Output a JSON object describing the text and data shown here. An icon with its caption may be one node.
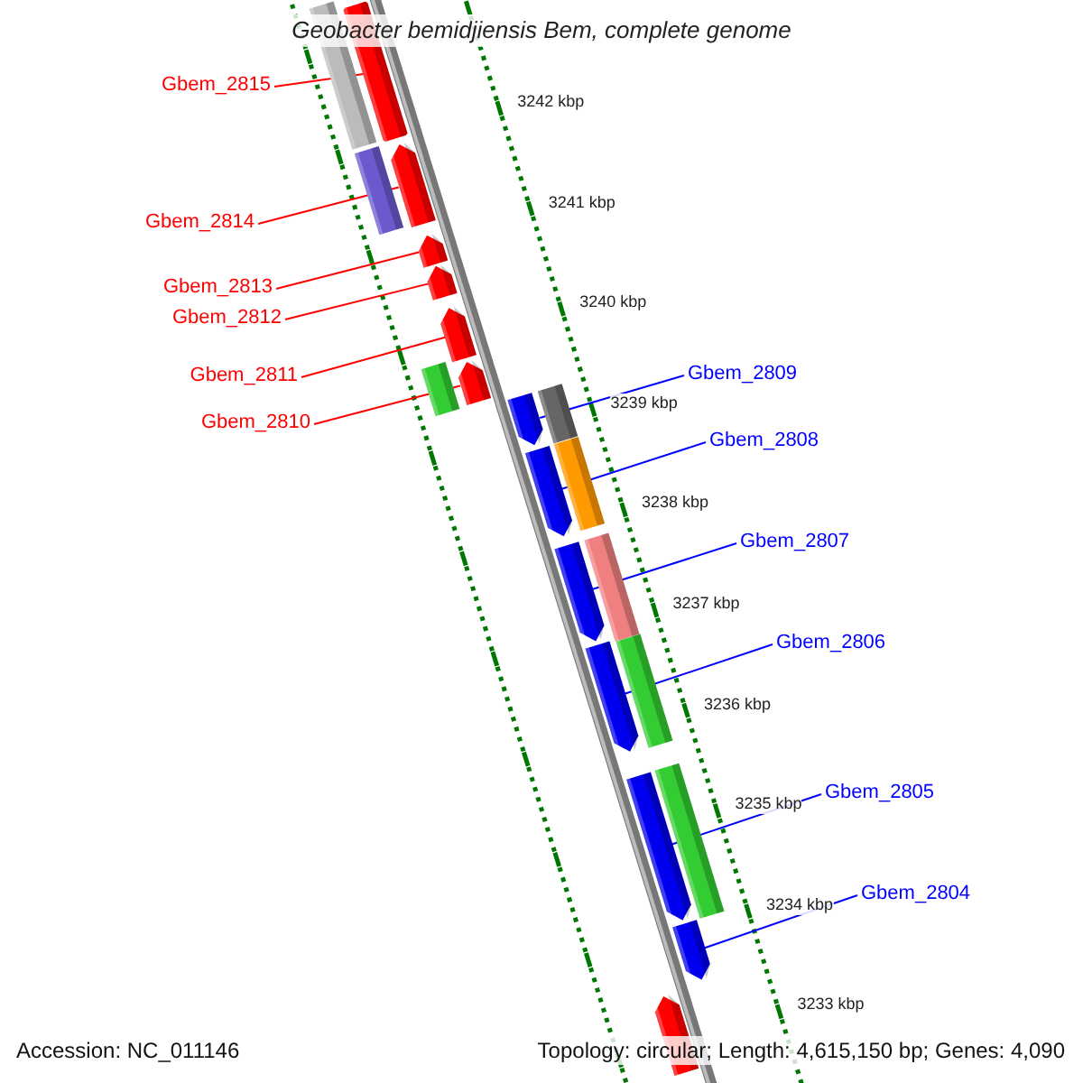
{
  "diagram": {
    "title": "Geobacter bemidjiensis Bem, complete genome",
    "nodes": [
      {
        "text": [
          "Gbem_2815"
        ]
      },
      {
        "text": [
          "Gbem_2814"
        ]
      },
      {
        "text": [
          "Gbem_2813"
        ]
      },
      {
        "text": [
          "Gbem_2812"
        ]
      },
      {
        "text": [
          "Gbem_2811"
        ]
      },
      {
        "text": [
          "Gbem_2810"
        ]
      },
      {
        "text": [
          "Gbem_2809"
        ]
      },
      {
        "text": [
          "Gbem_2808"
        ]
      },
      {
        "text": [
          "Gbem_2807"
        ]
      },
      {
        "text": [
          "Gbem_2806"
        ]
      },
      {
        "text": [
          "Gbem_2805"
        ]
      },
      {
        "text": [
          "Gbem_2804"
        ]
      },
      {
        "text": [],
        "shape": "bar"
      },
      {
        "text": [],
        "shape": "box"
      },
      {
        "text": [],
        "shape": "bar"
      },
      {
        "text": [],
        "shape": "box"
      },
      {
        "text": [],
        "shape": "bar"
      },
      {
        "text": [],
        "shape": "bar"
      },
      {
        "text": [],
        "shape": "bar"
      },
      {
        "text": [],
        "shape": "bar"
      },
      {
        "text": [],
        "shape": "box"
      },
      {
        "text": [],
        "shape": "box"
      },
      {
        "text": [],
        "shape": "bar"
      },
      {
        "text": [],
        "shape": "box"
      },
      {
        "text": [],
        "shape": "bar"
      },
      {
        "text": [],
        "shape": "box"
      },
      {
        "text": [],
        "shape": "bar"
      },
      {
        "text": [],
        "shape": "box"
      },
      {
        "text": [],
        "shape": "bar"
      },
      {
        "text": [],
        "shape": "box"
      },
      {
        "text": [],
        "shape": "bar"
      },
      {
        "text": [],
        "shape": "bar"
      },
      {
        "text": [],
        "shape": "bar"
      }
    ],
    "edges": [
      {
        "from": 0,
        "to": 12,
        "arrow": "none",
        "color": "#ff0000"
      },
      {
        "from": 1,
        "to": 14,
        "arrow": "none",
        "color": "#ff0000"
      },
      {
        "from": 2,
        "to": 16,
        "arrow": "none",
        "color": "#ff0000"
      },
      {
        "from": 3,
        "to": 17,
        "arrow": "none",
        "color": "#ff0000"
      },
      {
        "from": 4,
        "to": 18,
        "arrow": "none",
        "color": "#ff0000"
      },
      {
        "from": 5,
        "to": 19,
        "arrow": "none",
        "color": "#ff0000"
      },
      {
        "from": 6,
        "to": 22,
        "arrow": "none",
        "color": "#0000ff"
      },
      {
        "from": 7,
        "to": 24,
        "arrow": "none",
        "color": "#0000ff"
      },
      {
        "from": 8,
        "to": 26,
        "arrow": "none",
        "color": "#0000ff"
      },
      {
        "from": 9,
        "to": 28,
        "arrow": "none",
        "color": "#0000ff"
      },
      {
        "from": 10,
        "to": 30,
        "arrow": "none",
        "color": "#0000ff"
      },
      {
        "from": 11,
        "to": 31,
        "arrow": "none",
        "color": "#0000ff"
      }
    ],
    "labels": [
      "3242 kbp",
      "3241 kbp",
      "3240 kbp",
      "3239 kbp",
      "3238 kbp",
      "3237 kbp",
      "3236 kbp",
      "3235 kbp",
      "3234 kbp",
      "3233 kbp",
      "Accession: NC_011146",
      "Topology: circular; Length: 4,615,150 bp; Genes: 4,090"
    ]
  }
}
